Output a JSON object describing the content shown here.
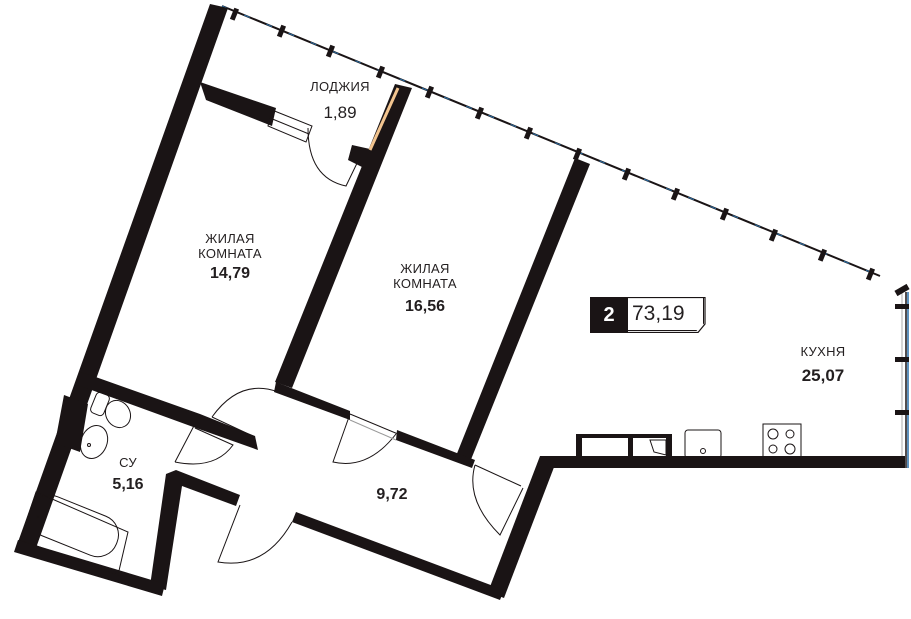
{
  "plan": {
    "type": "apartment-floor-plan",
    "rooms_count": "2",
    "total_area": "73,19",
    "colors": {
      "wall": "#1a1415",
      "glazing": "#2a6fa8",
      "text": "#231f20",
      "background": "#ffffff"
    }
  },
  "rooms": [
    {
      "id": "loggia",
      "name": "ЛОДЖИЯ",
      "area": "1,89"
    },
    {
      "id": "bedroom-1",
      "name": "ЖИЛАЯ КОМНАТА",
      "name_line1": "ЖИЛАЯ",
      "name_line2": "КОМНАТА",
      "area": "14,79"
    },
    {
      "id": "bedroom-2",
      "name": "ЖИЛАЯ КОМНАТА",
      "name_line1": "ЖИЛАЯ",
      "name_line2": "КОМНАТА",
      "area": "16,56"
    },
    {
      "id": "kitchen",
      "name": "КУХНЯ",
      "area": "25,07"
    },
    {
      "id": "bathroom",
      "name": "СУ",
      "area": "5,16"
    },
    {
      "id": "hallway",
      "name": "",
      "area": "9,72"
    }
  ],
  "fixtures": [
    "toilet-icon",
    "sink-icon",
    "bathtub-icon",
    "kitchen-sink-icon",
    "stove-icon",
    "cabinet-icon"
  ]
}
